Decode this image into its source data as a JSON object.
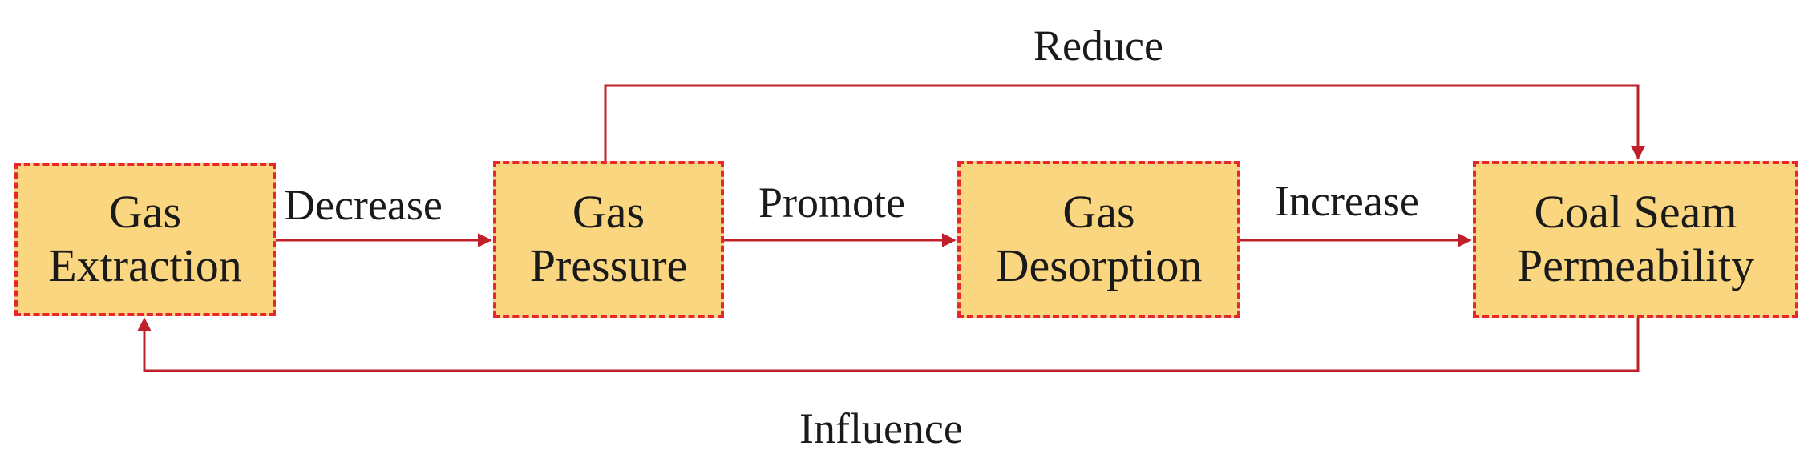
{
  "nodes": {
    "gas_extraction": {
      "line1": "Gas",
      "line2": "Extraction"
    },
    "gas_pressure": {
      "line1": "Gas",
      "line2": "Pressure"
    },
    "gas_desorption": {
      "line1": "Gas",
      "line2": "Desorption"
    },
    "permeability": {
      "line1": "Coal Seam",
      "line2": "Permeability"
    }
  },
  "edges": {
    "decrease": "Decrease",
    "promote": "Promote",
    "increase": "Increase",
    "reduce": "Reduce",
    "influence": "Influence"
  },
  "colors": {
    "box_fill": "#fad680",
    "box_border": "#e8262d",
    "arrow": "#c0202a"
  }
}
